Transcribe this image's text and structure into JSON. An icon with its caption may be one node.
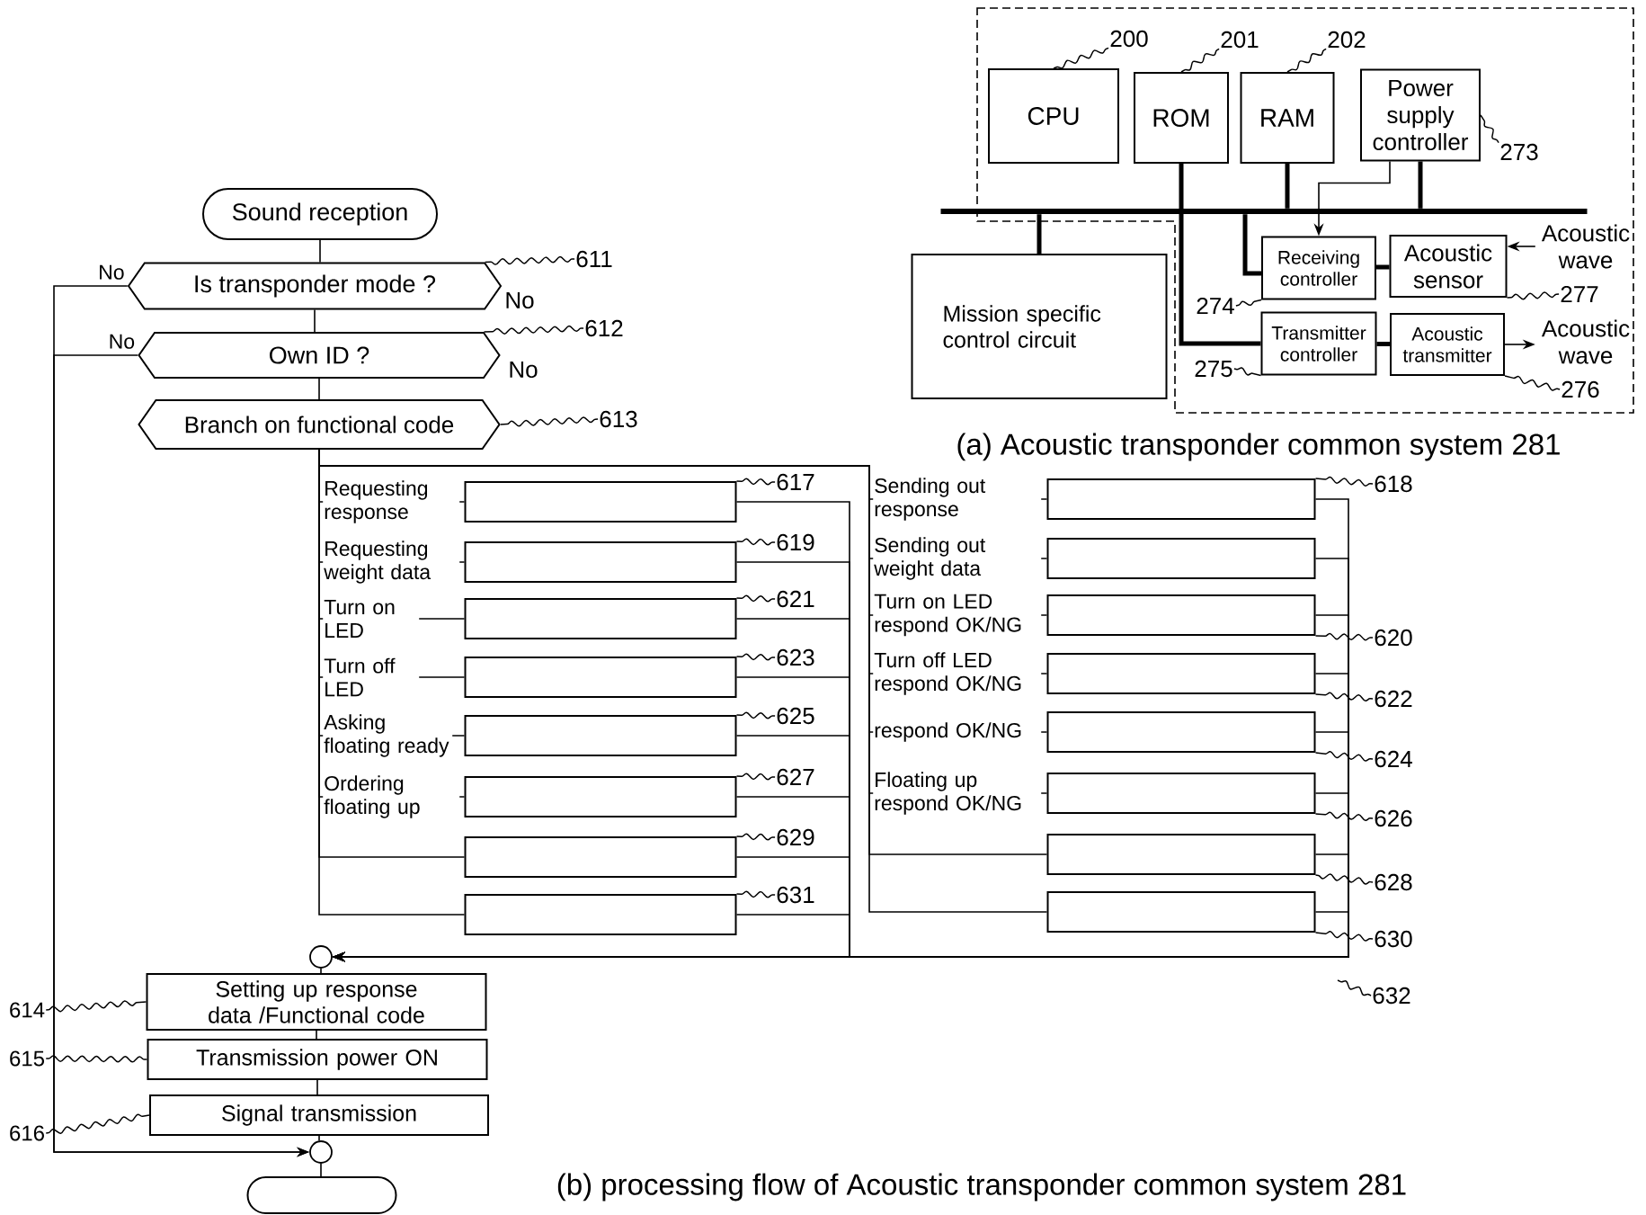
{
  "diagram": {
    "nodes": [
      {
        "text": [
          "CPU"
        ]
      },
      {
        "text": [
          "ROM"
        ]
      },
      {
        "text": [
          "RAM"
        ]
      },
      {
        "text": [
          "Power supply controller"
        ]
      },
      {
        "text": [],
        "shape": "bar"
      },
      {
        "text": [
          "Mission specific control circuit"
        ]
      },
      {
        "text": [
          "Receiving controller"
        ]
      },
      {
        "text": [
          "Acoustic sensor"
        ]
      },
      {
        "text": [
          "Acoustic wave"
        ]
      },
      {
        "text": [
          "Transmitter controller"
        ]
      },
      {
        "text": [
          "Acoustic transmitter"
        ]
      },
      {
        "text": [
          "Acoustic wave"
        ]
      },
      {
        "text": [
          "200"
        ]
      },
      {
        "text": [
          "201"
        ]
      },
      {
        "text": [
          "202"
        ]
      },
      {
        "text": [
          "273"
        ]
      },
      {
        "text": [
          "274"
        ]
      },
      {
        "text": [
          "277"
        ]
      },
      {
        "text": [
          "275"
        ]
      },
      {
        "text": [
          "276"
        ]
      },
      {
        "text": [
          "Sound reception"
        ]
      },
      {
        "text": [
          "Is transponder mode ?"
        ]
      },
      {
        "text": [
          "611"
        ]
      },
      {
        "text": [
          "Own ID ?"
        ]
      },
      {
        "text": [
          "612"
        ]
      },
      {
        "text": [
          "Branch on functional code"
        ]
      },
      {
        "text": [
          "613"
        ]
      },
      {
        "text": [],
        "shape": "box"
      },
      {
        "text": [
          "617"
        ]
      },
      {
        "text": [],
        "shape": "box"
      },
      {
        "text": [
          "618"
        ]
      },
      {
        "text": [],
        "shape": "box"
      },
      {
        "text": [
          "619"
        ]
      },
      {
        "text": [],
        "shape": "box"
      },
      {
        "text": [],
        "shape": "box"
      },
      {
        "text": [
          "621"
        ]
      },
      {
        "text": [],
        "shape": "box"
      },
      {
        "text": [
          "620"
        ]
      },
      {
        "text": [],
        "shape": "box"
      },
      {
        "text": [
          "623"
        ]
      },
      {
        "text": [],
        "shape": "box"
      },
      {
        "text": [
          "622"
        ]
      },
      {
        "text": [],
        "shape": "box"
      },
      {
        "text": [
          "625"
        ]
      },
      {
        "text": [],
        "shape": "box"
      },
      {
        "text": [
          "624"
        ]
      },
      {
        "text": [],
        "shape": "box"
      },
      {
        "text": [
          "627"
        ]
      },
      {
        "text": [],
        "shape": "box"
      },
      {
        "text": [
          "626"
        ]
      },
      {
        "text": [],
        "shape": "box"
      },
      {
        "text": [
          "629"
        ]
      },
      {
        "text": [],
        "shape": "box"
      },
      {
        "text": [
          "628"
        ]
      },
      {
        "text": [],
        "shape": "box"
      },
      {
        "text": [
          "631"
        ]
      },
      {
        "text": [],
        "shape": "box"
      },
      {
        "text": [
          "630"
        ]
      },
      {
        "text": [
          "632"
        ]
      },
      {
        "text": [],
        "shape": "circle"
      },
      {
        "text": [
          "Setting up response data /Functional code"
        ]
      },
      {
        "text": [
          "614"
        ]
      },
      {
        "text": [
          "Transmission power ON"
        ]
      },
      {
        "text": [
          "615"
        ]
      },
      {
        "text": [
          "Signal transmission"
        ]
      },
      {
        "text": [
          "616"
        ]
      },
      {
        "text": [],
        "shape": "circle"
      },
      {
        "text": [],
        "shape": "box"
      }
    ],
    "edges": [
      {
        "from": 2,
        "to": 4,
        "arrow": "none",
        "style": "thick"
      },
      {
        "from": 3,
        "to": 4,
        "arrow": "none",
        "style": "thick"
      },
      {
        "from": 5,
        "to": 4,
        "arrow": "none",
        "style": "thick"
      },
      {
        "from": 4,
        "to": 6,
        "arrow": "none",
        "style": "thick"
      },
      {
        "from": 1,
        "to": 9,
        "arrow": "none",
        "style": "thick"
      },
      {
        "from": 3,
        "to": 6,
        "arrow": "to"
      },
      {
        "from": 6,
        "to": 7,
        "arrow": "none",
        "style": "thick"
      },
      {
        "from": 9,
        "to": 10,
        "arrow": "none",
        "style": "thick"
      },
      {
        "from": 8,
        "to": 7,
        "arrow": "to"
      },
      {
        "from": 10,
        "to": 11,
        "arrow": "to"
      },
      {
        "from": 12,
        "to": 0,
        "arrow": "none"
      },
      {
        "from": 13,
        "to": 1,
        "arrow": "none"
      },
      {
        "from": 14,
        "to": 2,
        "arrow": "none"
      },
      {
        "from": 15,
        "to": 3,
        "arrow": "none"
      },
      {
        "from": 16,
        "to": 6,
        "arrow": "none"
      },
      {
        "from": 17,
        "to": 7,
        "arrow": "none"
      },
      {
        "from": 18,
        "to": 9,
        "arrow": "none"
      },
      {
        "from": 19,
        "to": 10,
        "arrow": "none"
      },
      {
        "from": 20,
        "to": 21,
        "arrow": "none"
      },
      {
        "from": 21,
        "to": 23,
        "arrow": "none"
      },
      {
        "from": 23,
        "to": 25,
        "arrow": "none"
      },
      {
        "from": 22,
        "to": 21,
        "arrow": "none"
      },
      {
        "from": 24,
        "to": 23,
        "arrow": "none"
      },
      {
        "from": 26,
        "to": 25,
        "arrow": "none"
      },
      {
        "from": 25,
        "to": 27,
        "arrow": "none",
        "label": "Requesting response"
      },
      {
        "from": 25,
        "to": 29,
        "arrow": "none",
        "label": "Sending out response"
      },
      {
        "from": 25,
        "to": 31,
        "arrow": "none",
        "label": "Requesting weight data"
      },
      {
        "from": 25,
        "to": 33,
        "arrow": "none",
        "label": "Sending out weight data"
      },
      {
        "from": 25,
        "to": 34,
        "arrow": "none",
        "label": "Turn on LED"
      },
      {
        "from": 25,
        "to": 36,
        "arrow": "none",
        "label": "Turn on LED respond OK/NG"
      },
      {
        "from": 25,
        "to": 38,
        "arrow": "none",
        "label": "Turn off LED"
      },
      {
        "from": 25,
        "to": 40,
        "arrow": "none",
        "label": "Turn off LED respond OK/NG"
      },
      {
        "from": 25,
        "to": 42,
        "arrow": "none",
        "label": "Asking floating ready"
      },
      {
        "from": 25,
        "to": 44,
        "arrow": "none",
        "label": "respond OK/NG"
      },
      {
        "from": 25,
        "to": 46,
        "arrow": "none",
        "label": "Ordering floating up"
      },
      {
        "from": 25,
        "to": 48,
        "arrow": "none",
        "label": "Floating up respond OK/NG"
      },
      {
        "from": 25,
        "to": 50,
        "arrow": "none"
      },
      {
        "from": 25,
        "to": 52,
        "arrow": "none"
      },
      {
        "from": 25,
        "to": 54,
        "arrow": "none"
      },
      {
        "from": 25,
        "to": 56,
        "arrow": "none"
      },
      {
        "from": 27,
        "to": 59,
        "arrow": "to"
      },
      {
        "from": 29,
        "to": 59,
        "arrow": "to"
      },
      {
        "from": 31,
        "to": 59,
        "arrow": "to"
      },
      {
        "from": 33,
        "to": 59,
        "arrow": "to"
      },
      {
        "from": 34,
        "to": 59,
        "arrow": "to"
      },
      {
        "from": 36,
        "to": 59,
        "arrow": "to"
      },
      {
        "from": 38,
        "to": 59,
        "arrow": "to"
      },
      {
        "from": 40,
        "to": 59,
        "arrow": "to"
      },
      {
        "from": 42,
        "to": 59,
        "arrow": "to"
      },
      {
        "from": 44,
        "to": 59,
        "arrow": "to"
      },
      {
        "from": 46,
        "to": 59,
        "arrow": "to"
      },
      {
        "from": 48,
        "to": 59,
        "arrow": "to"
      },
      {
        "from": 50,
        "to": 59,
        "arrow": "to"
      },
      {
        "from": 52,
        "to": 59,
        "arrow": "to"
      },
      {
        "from": 54,
        "to": 59,
        "arrow": "to"
      },
      {
        "from": 56,
        "to": 59,
        "arrow": "to"
      },
      {
        "from": 28,
        "to": 27,
        "arrow": "none"
      },
      {
        "from": 30,
        "to": 29,
        "arrow": "none"
      },
      {
        "from": 32,
        "to": 31,
        "arrow": "none"
      },
      {
        "from": 35,
        "to": 34,
        "arrow": "none"
      },
      {
        "from": 37,
        "to": 36,
        "arrow": "none"
      },
      {
        "from": 39,
        "to": 38,
        "arrow": "none"
      },
      {
        "from": 41,
        "to": 40,
        "arrow": "none"
      },
      {
        "from": 43,
        "to": 42,
        "arrow": "none"
      },
      {
        "from": 45,
        "to": 44,
        "arrow": "none"
      },
      {
        "from": 47,
        "to": 46,
        "arrow": "none"
      },
      {
        "from": 49,
        "to": 48,
        "arrow": "none"
      },
      {
        "from": 51,
        "to": 50,
        "arrow": "none"
      },
      {
        "from": 53,
        "to": 52,
        "arrow": "none"
      },
      {
        "from": 55,
        "to": 54,
        "arrow": "none"
      },
      {
        "from": 57,
        "to": 56,
        "arrow": "none"
      },
      {
        "from": 58,
        "to": null,
        "arrow": "none"
      },
      {
        "from": 59,
        "to": 60,
        "arrow": "none"
      },
      {
        "from": 60,
        "to": 62,
        "arrow": "none"
      },
      {
        "from": 62,
        "to": 64,
        "arrow": "none"
      },
      {
        "from": 64,
        "to": 66,
        "arrow": "none"
      },
      {
        "from": 66,
        "to": 67,
        "arrow": "none"
      },
      {
        "from": 61,
        "to": 60,
        "arrow": "none"
      },
      {
        "from": 63,
        "to": 62,
        "arrow": "none"
      },
      {
        "from": 65,
        "to": 64,
        "arrow": "none"
      },
      {
        "from": 21,
        "to": 66,
        "arrow": "to",
        "label": "No"
      },
      {
        "from": 23,
        "to": 66,
        "arrow": "to",
        "label": "No"
      }
    ],
    "labels": [
      "No",
      "No",
      "(a) Acoustic transponder common system 281",
      "(b) processing flow of Acoustic transponder common system 281"
    ]
  }
}
